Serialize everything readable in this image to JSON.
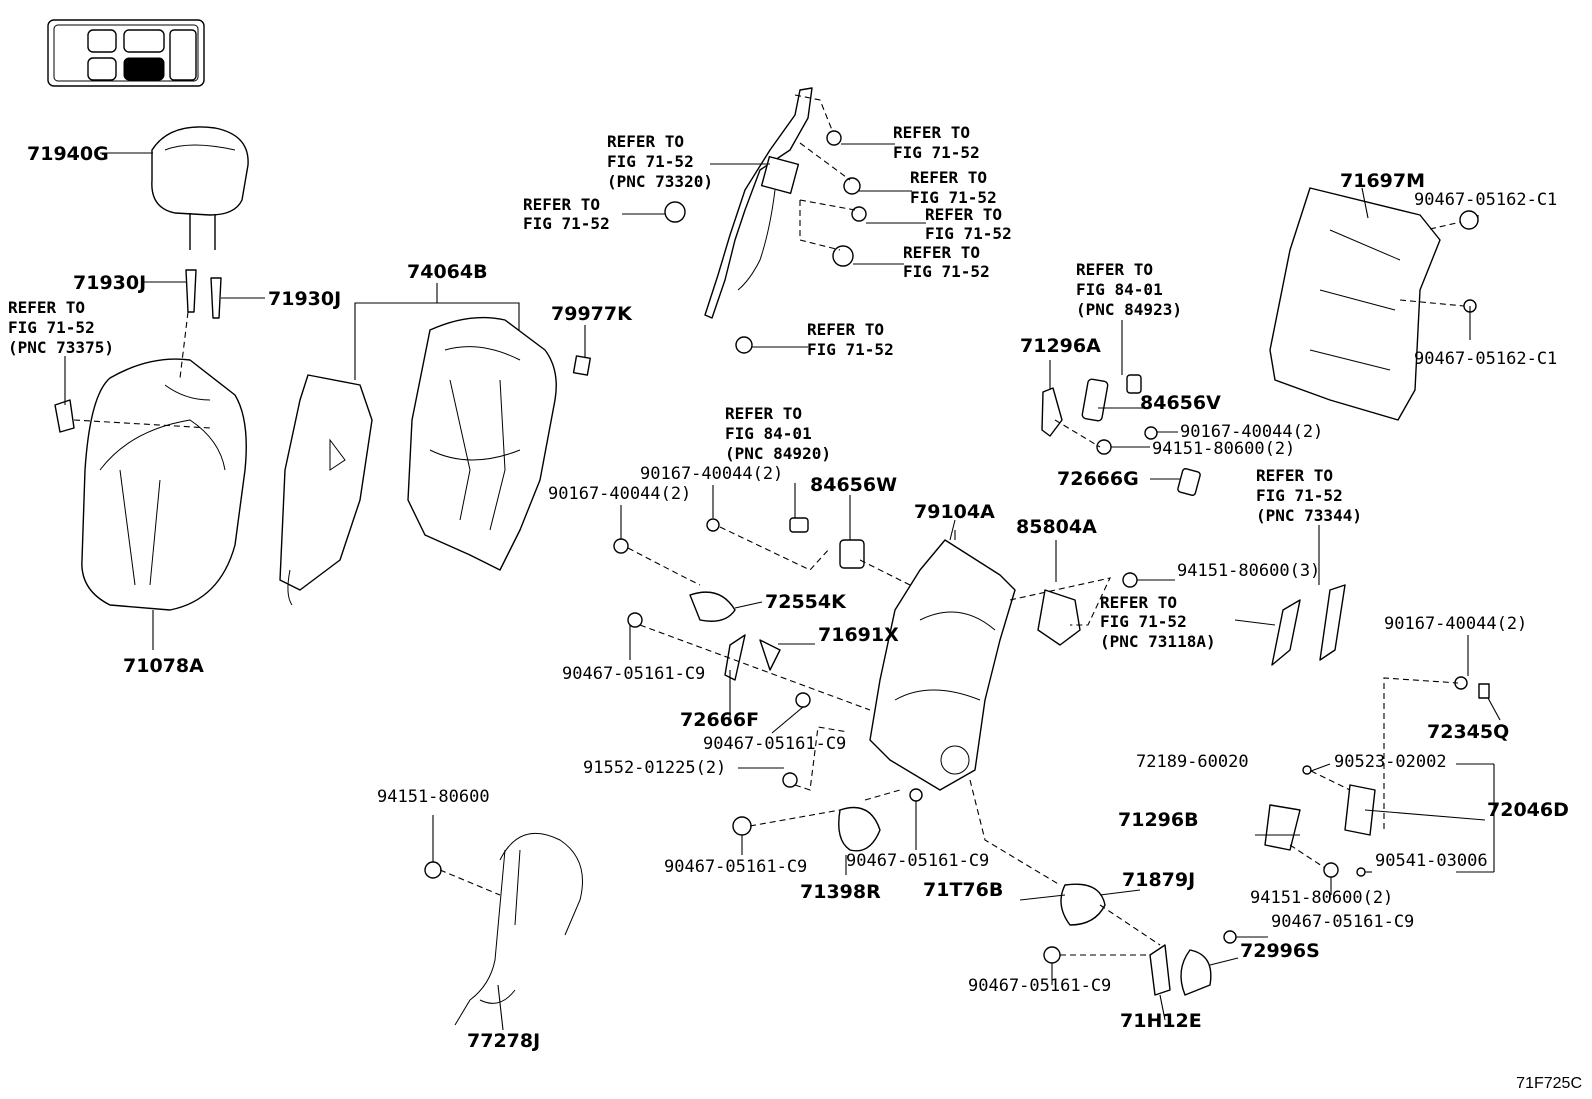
{
  "figure_code": "71F725C",
  "refer": {
    "a1": "REFER TO",
    "a2": "FIG 71-52",
    "a3": "(PNC 73320)",
    "b1": "REFER TO",
    "b2": "FIG 71-52",
    "c1": "REFER TO",
    "c2": "FIG 71-52",
    "d1": "REFER TO",
    "d2": "FIG 71-52",
    "e1": "REFER TO",
    "e2": "FIG 71-52",
    "f1": "REFER TO",
    "f2": "FIG 71-52",
    "g1": "REFER TO",
    "g2": "FIG 71-52",
    "h1": "REFER TO",
    "h2": "FIG 71-52",
    "h3": "(PNC 73375)",
    "i1": "REFER TO",
    "i2": "FIG 84-01",
    "i3": "(PNC 84923)",
    "j1": "REFER TO",
    "j2": "FIG 84-01",
    "j3": "(PNC 84920)",
    "k1": "REFER TO",
    "k2": "FIG 71-52",
    "k3": "(PNC 73344)",
    "l1": "REFER TO",
    "l2": "FIG 71-52",
    "l3": "(PNC 73118A)"
  },
  "labels": {
    "p71940G": "71940G",
    "p71930J_a": "71930J",
    "p71930J_b": "71930J",
    "p74064B": "74064B",
    "p79977K": "79977K",
    "p71078A": "71078A",
    "p71697M": "71697M",
    "p90467_05162_C1_a": "90467-05162-C1",
    "p90467_05162_C1_b": "90467-05162-C1",
    "p71296A": "71296A",
    "p84656V": "84656V",
    "p90167_40044_2_a": "90167-40044(2)",
    "p94151_80600_2_a": "94151-80600(2)",
    "p72666G": "72666G",
    "p90167_40044_2_b": "90167-40044(2)",
    "p90167_40044_2_c": "90167-40044(2)",
    "p84656W": "84656W",
    "p79104A": "79104A",
    "p85804A": "85804A",
    "p94151_80600_3": "94151-80600(3)",
    "p72554K": "72554K",
    "p71691X": "71691X",
    "p90467_05161_C9_a": "90467-05161-C9",
    "p72666F": "72666F",
    "p90467_05161_C9_b": "90467-05161-C9",
    "p91552_01225_2": "91552-01225(2)",
    "p90167_40044_2_d": "90167-40044(2)",
    "p72345Q": "72345Q",
    "p72189_60020": "72189-60020",
    "p90523_02002": "90523-02002",
    "p71296B": "71296B",
    "p72046D": "72046D",
    "p90541_03006": "90541-03006",
    "p94151_80600_2_b": "94151-80600(2)",
    "p94151_80600": "94151-80600",
    "p90467_05161_C9_c": "90467-05161-C9",
    "p71398R": "71398R",
    "p90467_05161_C9_d": "90467-05161-C9",
    "p71T76B": "71T76B",
    "p71879J": "71879J",
    "p90467_05161_C9_e": "90467-05161-C9",
    "p72996S": "72996S",
    "p90467_05161_C9_f": "90467-05161-C9",
    "p71H12E": "71H12E",
    "p77278J": "77278J"
  }
}
